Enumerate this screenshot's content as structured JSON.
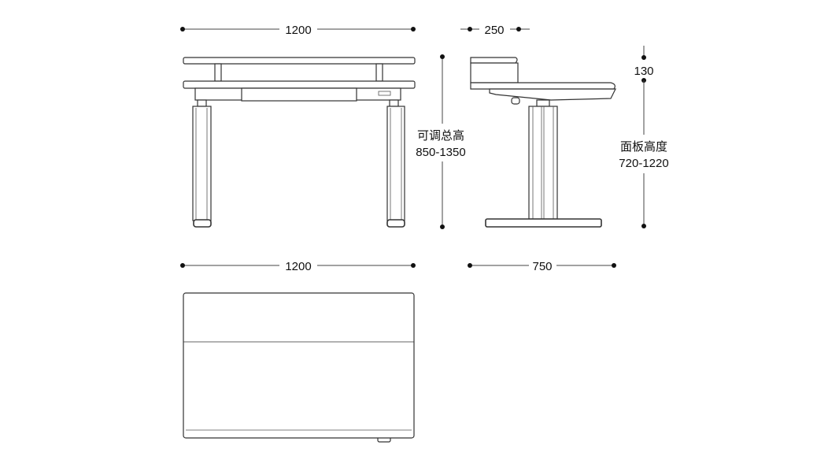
{
  "dimensions": {
    "front_width": "1200",
    "shelf_depth": "250",
    "total_height_label": "可调总高",
    "total_height_range": "850-1350",
    "shelf_height": "130",
    "desk_height_label": "面板高度",
    "desk_height_range": "720-1220",
    "top_width": "1200",
    "desk_depth": "750"
  }
}
